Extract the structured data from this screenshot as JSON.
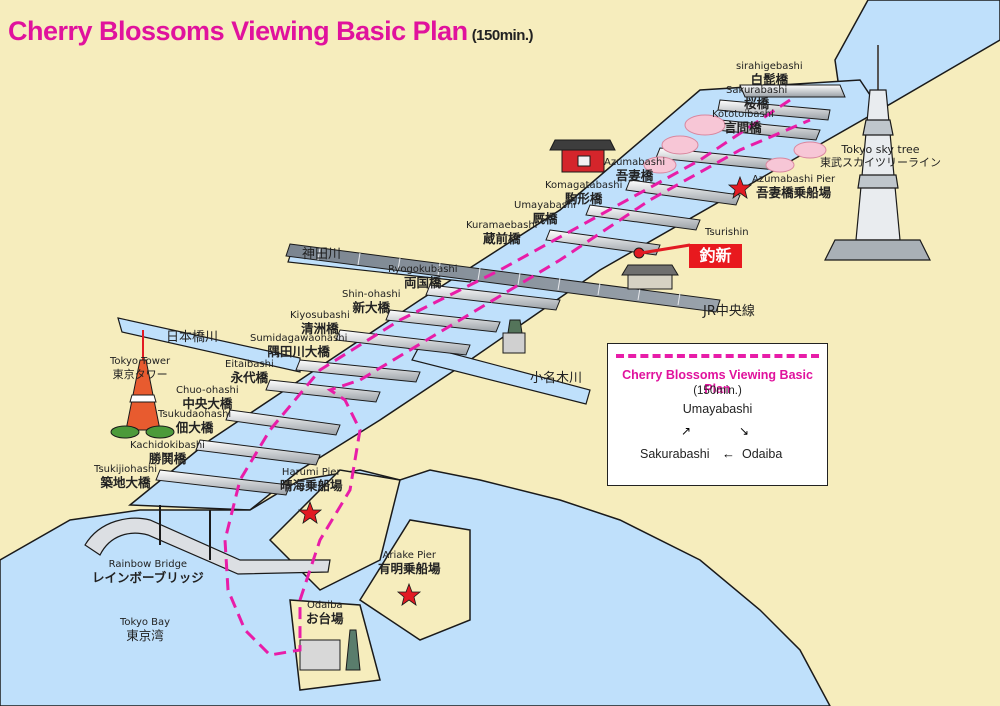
{
  "title": "Cherry Blossoms Viewing Basic Plan",
  "title_duration": "(150min.)",
  "colors": {
    "route": "#e81da8",
    "water": "#bfe0fb",
    "land": "#f6edbd",
    "title": "#e0129d",
    "pier_star": "#e21b23",
    "badge": "#e8191e"
  },
  "bridges": [
    {
      "romaji": "sirahigebashi",
      "japanese": "白髭橋"
    },
    {
      "romaji": "Sakurabashi",
      "japanese": "桜橋"
    },
    {
      "romaji": "Kototoibashi",
      "japanese": "言問橋"
    },
    {
      "romaji": "Azumabashi",
      "japanese": "吾妻橋"
    },
    {
      "romaji": "Komagatabashi",
      "japanese": "駒形橋"
    },
    {
      "romaji": "Umayabashi",
      "japanese": "厩橋"
    },
    {
      "romaji": "Kuramaebashi",
      "japanese": "蔵前橋"
    },
    {
      "romaji": "Ryogokubashi",
      "japanese": "両国橋"
    },
    {
      "romaji": "Shin-ohashi",
      "japanese": "新大橋"
    },
    {
      "romaji": "Kiyosubashi",
      "japanese": "清洲橋"
    },
    {
      "romaji": "Sumidagawaohashi",
      "japanese": "隅田川大橋"
    },
    {
      "romaji": "Eitaibashi",
      "japanese": "永代橋"
    },
    {
      "romaji": "Chuo-ohashi",
      "japanese": "中央大橋"
    },
    {
      "romaji": "Tsukudaohashi",
      "japanese": "佃大橋"
    },
    {
      "romaji": "Kachidokibashi",
      "japanese": "勝鬨橋"
    },
    {
      "romaji": "Tsukijiohashi",
      "japanese": "築地大橋"
    },
    {
      "romaji": "Rainbow Bridge",
      "japanese": "レインボーブリッジ"
    }
  ],
  "piers": [
    {
      "romaji": "Azumabashi Pier",
      "japanese": "吾妻橋乗船場"
    },
    {
      "romaji": "Harumi Pier",
      "japanese": "晴海乗船場"
    },
    {
      "romaji": "Ariake Pier",
      "japanese": "有明乗船場"
    },
    {
      "romaji": "Odaiba",
      "japanese": "お台場"
    }
  ],
  "landmarks": {
    "tokyo_tower": {
      "romaji": "Tokyo Tower",
      "japanese": "東京タワー"
    },
    "sky_tree": {
      "romaji": "Tokyo sky tree",
      "japanese": "東武スカイツリーライン"
    },
    "tokyo_bay": {
      "romaji": "Tokyo Bay",
      "japanese": "東京湾"
    },
    "tsurishin": {
      "romaji": "Tsurishin",
      "japanese": "釣新"
    }
  },
  "rivers": {
    "kanda": "神田川",
    "nihonbashi": "日本橋川",
    "onagi": "小名木川"
  },
  "railway": "JR中央線",
  "legend": {
    "title": "Cherry Blossoms Viewing Basic Plan",
    "duration": "(150min.)",
    "top": "Umayabashi",
    "arrow_up": "↗",
    "arrow_down": "↘",
    "left": "Sakurabashi",
    "arrow_left": "←",
    "right": "Odaiba"
  }
}
